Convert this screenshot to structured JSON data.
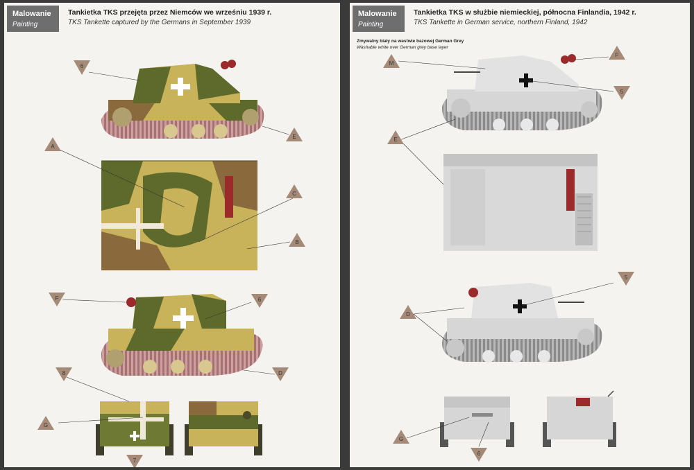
{
  "left": {
    "section_pl": "Malowanie",
    "section_en": "Painting",
    "title": "Tankietka TKS przejęta przez Niemców we wrześniu 1939 r.",
    "subtitle": "TKS Tankette captured by the Germans in September 1939",
    "markers": [
      "6",
      "E",
      "A",
      "C",
      "B",
      "F",
      "6",
      "D",
      "8",
      "G",
      "7"
    ]
  },
  "right": {
    "section_pl": "Malowanie",
    "section_en": "Painting",
    "title": "Tankietka TKS w służbie niemieckiej, północna Finlandia, 1942 r.",
    "subtitle": "TKS Tankette in German service, northern Finland, 1942",
    "note_pl": "Zmywalny biały na wastwie bazowej German Grey",
    "note_en": "Washable white over German grey base layer",
    "markers": [
      "M",
      "F",
      "5",
      "E",
      "5",
      "D",
      "G",
      "6"
    ]
  },
  "colors": {
    "badge": "#6e6e6e",
    "marker": "#a58a78",
    "camo_yellow": "#c8b35a",
    "camo_green": "#5e6a2c",
    "camo_brown": "#8a6a3c",
    "winter_grey": "#d6d6d6",
    "track_red": "#b58080"
  }
}
